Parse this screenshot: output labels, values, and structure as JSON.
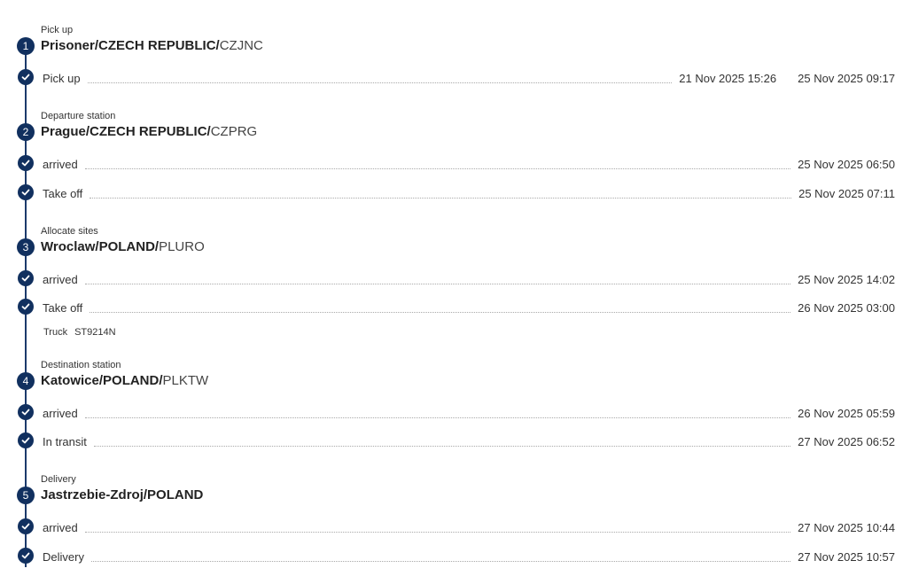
{
  "stops": [
    {
      "number": "1",
      "category": "Pick up",
      "title_bold": "Prisoner/CZECH REPUBLIC/",
      "title_code": "CZJNC",
      "events": [
        {
          "label": "Pick up",
          "time_secondary": "21 Nov 2025 15:26",
          "time": "25 Nov 2025 09:17"
        }
      ]
    },
    {
      "number": "2",
      "category": "Departure station",
      "title_bold": "Prague/CZECH REPUBLIC/",
      "title_code": "CZPRG",
      "events": [
        {
          "label": "arrived",
          "time": "25 Nov 2025 06:50"
        },
        {
          "label": "Take off",
          "time": "25 Nov 2025 07:11"
        }
      ]
    },
    {
      "number": "3",
      "category": "Allocate sites",
      "title_bold": "Wroclaw/POLAND/",
      "title_code": "PLURO",
      "events": [
        {
          "label": "arrived",
          "time": "25 Nov 2025 14:02"
        },
        {
          "label": "Take off",
          "time": "26 Nov 2025 03:00"
        }
      ],
      "vehicle": {
        "type": "Truck",
        "id": "ST9214N"
      }
    },
    {
      "number": "4",
      "category": "Destination station",
      "title_bold": "Katowice/POLAND/",
      "title_code": "PLKTW",
      "events": [
        {
          "label": "arrived",
          "time": "26 Nov 2025 05:59"
        },
        {
          "label": "In transit",
          "time": "27 Nov 2025 06:52"
        }
      ]
    },
    {
      "number": "5",
      "category": "Delivery",
      "title_bold": "Jastrzebie-Zdroj/POLAND",
      "title_code": "",
      "events": [
        {
          "label": "arrived",
          "time": "27 Nov 2025 10:44"
        },
        {
          "label": "Delivery",
          "time": "27 Nov 2025 10:57"
        }
      ]
    }
  ],
  "colors": {
    "accent": "#11305f",
    "line": "#1c3a6b"
  },
  "icons": {
    "step": "numbered-circle",
    "event": "check-circle-icon"
  }
}
